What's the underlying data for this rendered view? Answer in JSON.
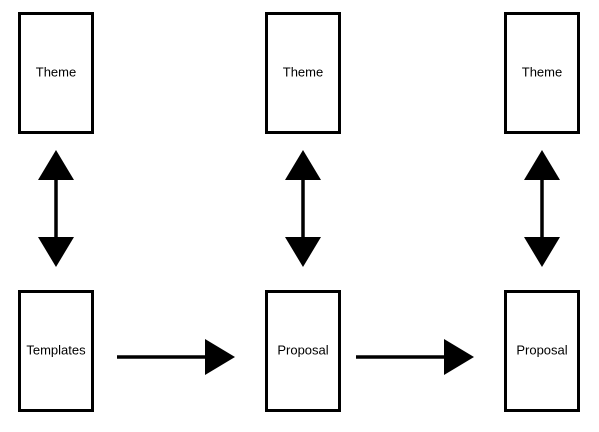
{
  "diagram": {
    "nodes": [
      {
        "id": "theme-1",
        "label": "Theme"
      },
      {
        "id": "theme-2",
        "label": "Theme"
      },
      {
        "id": "theme-3",
        "label": "Theme"
      },
      {
        "id": "templates",
        "label": "Templates"
      },
      {
        "id": "proposal-1",
        "label": "Proposal"
      },
      {
        "id": "proposal-2",
        "label": "Proposal"
      }
    ],
    "edges": [
      {
        "from": "theme-1",
        "to": "templates",
        "direction": "both"
      },
      {
        "from": "theme-2",
        "to": "proposal-1",
        "direction": "both"
      },
      {
        "from": "theme-3",
        "to": "proposal-2",
        "direction": "both"
      },
      {
        "from": "templates",
        "to": "proposal-1",
        "direction": "forward"
      },
      {
        "from": "proposal-1",
        "to": "proposal-2",
        "direction": "forward"
      }
    ]
  },
  "colors": {
    "stroke": "#000000",
    "background": "#ffffff"
  }
}
